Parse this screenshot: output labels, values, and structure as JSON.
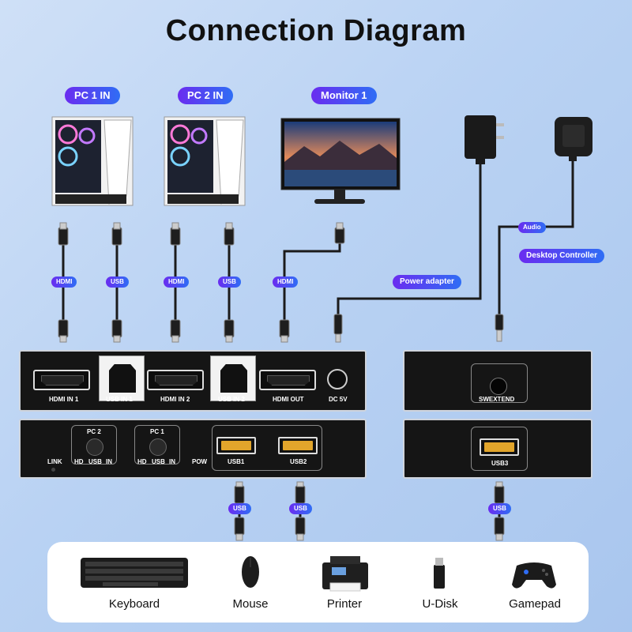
{
  "title": "Connection Diagram",
  "labels": {
    "pc1_in": "PC 1 IN",
    "pc2_in": "PC 2 IN",
    "monitor1": "Monitor 1",
    "power_adapter": "Power adapter",
    "desktop_controller": "Desktop Controller",
    "audio": "Audio"
  },
  "cable_tags": {
    "hdmi": "HDMI",
    "usb": "USB"
  },
  "top_panel": {
    "hdmi_in_1": "HDMI IN 1",
    "usb_in_1": "USB IN 1",
    "hdmi_in_2": "HDMI IN 2",
    "usb_in_2": "USB IN 2",
    "hdmi_out": "HDMI OUT",
    "dc_5v": "DC 5V"
  },
  "bottom_panel": {
    "link": "LINK",
    "pc2": "PC 2",
    "pc1": "PC 1",
    "hd": "HD",
    "usb": "USB",
    "in": "IN",
    "pow": "POW",
    "usb1": "USB1",
    "usb2": "USB2"
  },
  "extender": {
    "brand": "SWEXTEND",
    "usb3": "USB3"
  },
  "devices": [
    "Keyboard",
    "Mouse",
    "Printer",
    "U-Disk",
    "Gamepad"
  ],
  "colors": {
    "accent_start": "#6a2cf0",
    "accent_end": "#2f6df5",
    "panel": "#151515",
    "usb_port": "#e2a52b"
  }
}
